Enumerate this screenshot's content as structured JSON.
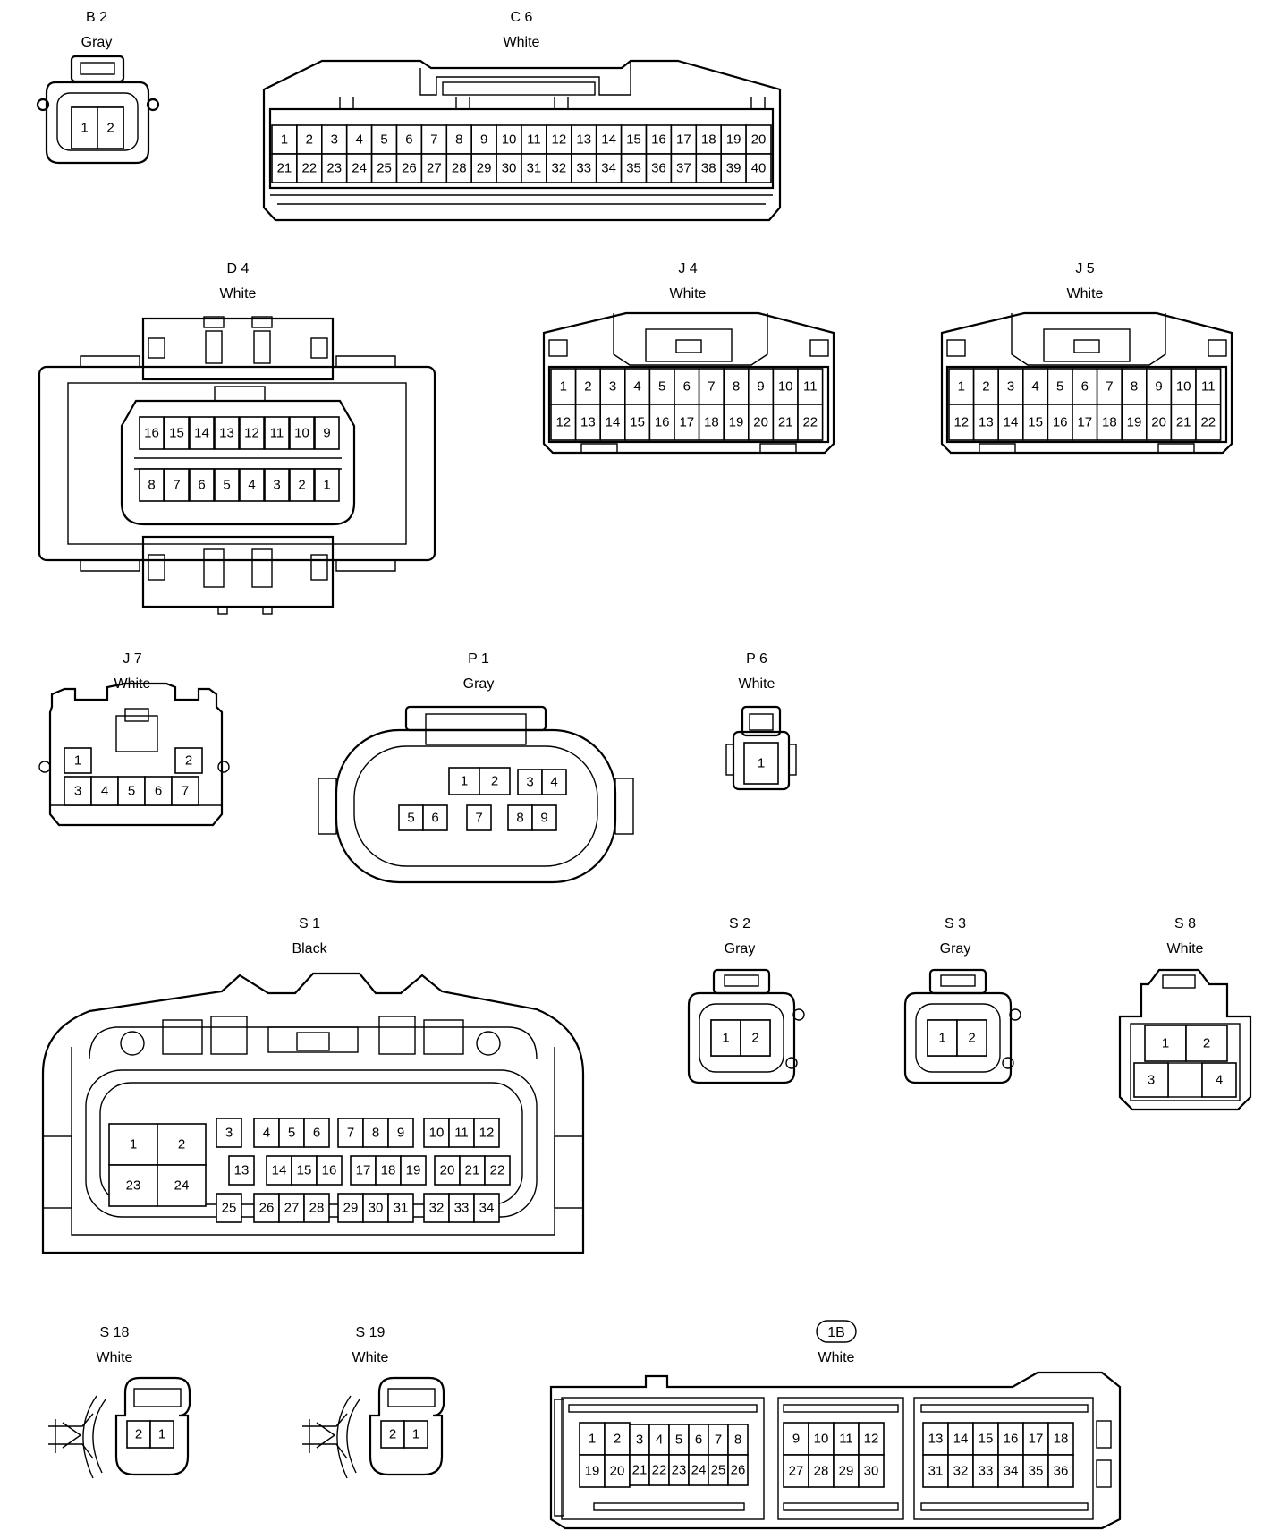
{
  "connectors": [
    {
      "code": "B 2",
      "color": "Gray",
      "pins": [
        "1",
        "2"
      ]
    },
    {
      "code": "C 6",
      "color": "White",
      "pins": [
        "1",
        "2",
        "3",
        "4",
        "5",
        "6",
        "7",
        "8",
        "9",
        "10",
        "11",
        "12",
        "13",
        "14",
        "15",
        "16",
        "17",
        "18",
        "19",
        "20",
        "21",
        "22",
        "23",
        "24",
        "25",
        "26",
        "27",
        "28",
        "29",
        "30",
        "31",
        "32",
        "33",
        "34",
        "35",
        "36",
        "37",
        "38",
        "39",
        "40"
      ]
    },
    {
      "code": "D 4",
      "color": "White",
      "pins": [
        "16",
        "15",
        "14",
        "13",
        "12",
        "11",
        "10",
        "9",
        "8",
        "7",
        "6",
        "5",
        "4",
        "3",
        "2",
        "1"
      ]
    },
    {
      "code": "J 4",
      "color": "White",
      "pins": [
        "1",
        "2",
        "3",
        "4",
        "5",
        "6",
        "7",
        "8",
        "9",
        "10",
        "11",
        "12",
        "13",
        "14",
        "15",
        "16",
        "17",
        "18",
        "19",
        "20",
        "21",
        "22"
      ]
    },
    {
      "code": "J 5",
      "color": "White",
      "pins": [
        "1",
        "2",
        "3",
        "4",
        "5",
        "6",
        "7",
        "8",
        "9",
        "10",
        "11",
        "12",
        "13",
        "14",
        "15",
        "16",
        "17",
        "18",
        "19",
        "20",
        "21",
        "22"
      ]
    },
    {
      "code": "J 7",
      "color": "White",
      "pins": [
        "1",
        "2",
        "3",
        "4",
        "5",
        "6",
        "7"
      ]
    },
    {
      "code": "P 1",
      "color": "Gray",
      "pins": [
        "1",
        "2",
        "3",
        "4",
        "5",
        "6",
        "7",
        "8",
        "9"
      ]
    },
    {
      "code": "P 6",
      "color": "White",
      "pins": [
        "1"
      ]
    },
    {
      "code": "S 1",
      "color": "Black",
      "pins": [
        "1",
        "2",
        "23",
        "24",
        "3",
        "4",
        "5",
        "6",
        "7",
        "8",
        "9",
        "10",
        "11",
        "12",
        "13",
        "14",
        "15",
        "16",
        "17",
        "18",
        "19",
        "20",
        "21",
        "22",
        "25",
        "26",
        "27",
        "28",
        "29",
        "30",
        "31",
        "32",
        "33",
        "34"
      ]
    },
    {
      "code": "S 2",
      "color": "Gray",
      "pins": [
        "1",
        "2"
      ]
    },
    {
      "code": "S 3",
      "color": "Gray",
      "pins": [
        "1",
        "2"
      ]
    },
    {
      "code": "S 8",
      "color": "White",
      "pins": [
        "1",
        "2",
        "3",
        "4"
      ]
    },
    {
      "code": "S 18",
      "color": "White",
      "pins": [
        "2",
        "1"
      ]
    },
    {
      "code": "S 19",
      "color": "White",
      "pins": [
        "2",
        "1"
      ]
    },
    {
      "code": "1B",
      "color": "White",
      "pins": [
        "1",
        "2",
        "3",
        "4",
        "5",
        "6",
        "7",
        "8",
        "19",
        "20",
        "21",
        "22",
        "23",
        "24",
        "25",
        "26",
        "9",
        "10",
        "11",
        "12",
        "27",
        "28",
        "29",
        "30",
        "13",
        "14",
        "15",
        "16",
        "17",
        "18",
        "31",
        "32",
        "33",
        "34",
        "35",
        "36"
      ]
    }
  ]
}
